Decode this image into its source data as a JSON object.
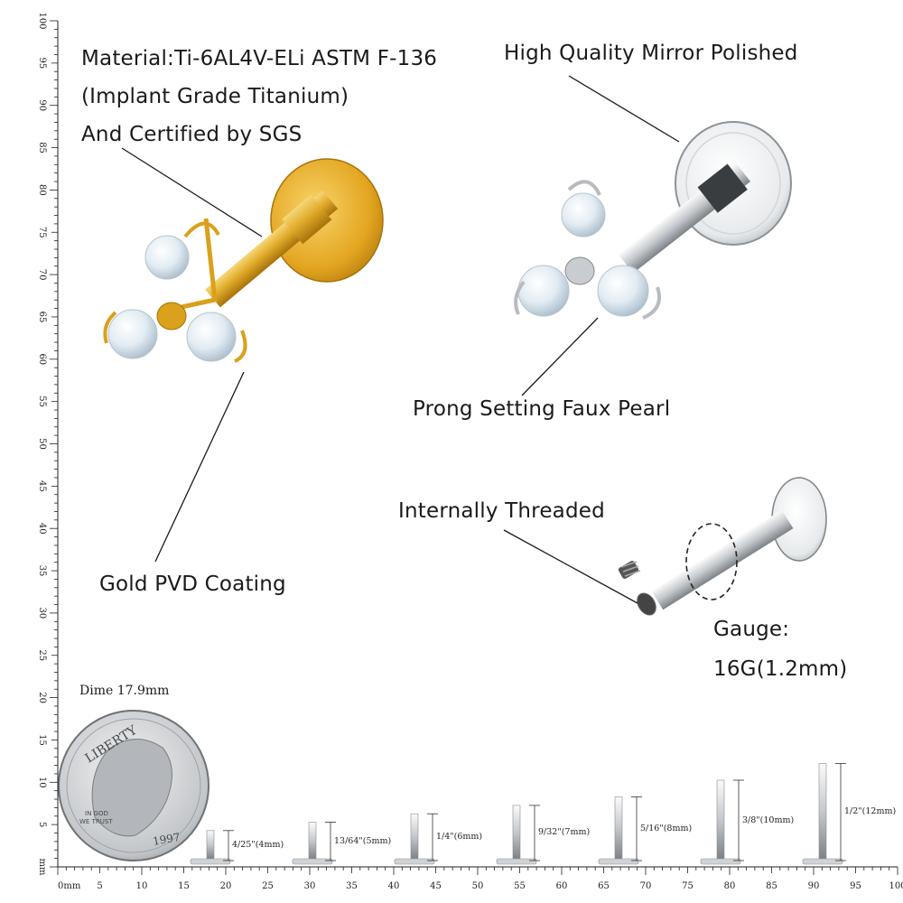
{
  "callouts": {
    "material": [
      "Material:Ti-6AL4V-ELi ASTM F-136",
      "(Implant Grade Titanium)",
      "And Certified by SGS"
    ],
    "mirror": "High Quality Mirror Polished",
    "pearl": "Prong Setting Faux Pearl",
    "threaded": "Internally Threaded",
    "gold": "Gold PVD Coating",
    "gauge": [
      "Gauge:",
      "16G(1.2mm)"
    ]
  },
  "dime": {
    "label": "Dime 17.9mm",
    "coin_text": [
      "LIBERTY",
      "IN GOD",
      "WE TRUST",
      "1997"
    ]
  },
  "sizes": [
    {
      "label": "4/25\"(4mm)",
      "mm": 4
    },
    {
      "label": "13/64\"(5mm)",
      "mm": 5
    },
    {
      "label": "1/4\"(6mm)",
      "mm": 6
    },
    {
      "label": "9/32\"(7mm)",
      "mm": 7
    },
    {
      "label": "5/16\"(8mm)",
      "mm": 8
    },
    {
      "label": "3/8\"(10mm)",
      "mm": 10
    },
    {
      "label": "1/2\"(12mm)",
      "mm": 12
    }
  ],
  "ruler": {
    "unit": "mm",
    "bottom_ticks": [
      "0mm",
      "5",
      "10",
      "15",
      "20",
      "25",
      "30",
      "35",
      "40",
      "45",
      "50",
      "55",
      "60",
      "65",
      "70",
      "75",
      "80",
      "85",
      "90",
      "95",
      "100"
    ],
    "left_ticks": [
      "mm",
      "5",
      "10",
      "15",
      "20",
      "25",
      "30",
      "35",
      "40",
      "45",
      "50",
      "55",
      "60",
      "65",
      "70",
      "75",
      "80",
      "85",
      "90",
      "95",
      "100"
    ]
  },
  "colors": {
    "gold": "#d9a11c",
    "silver": "#c9cdd1",
    "pearl": "#dfe9f1",
    "line": "#1a1a1a"
  }
}
